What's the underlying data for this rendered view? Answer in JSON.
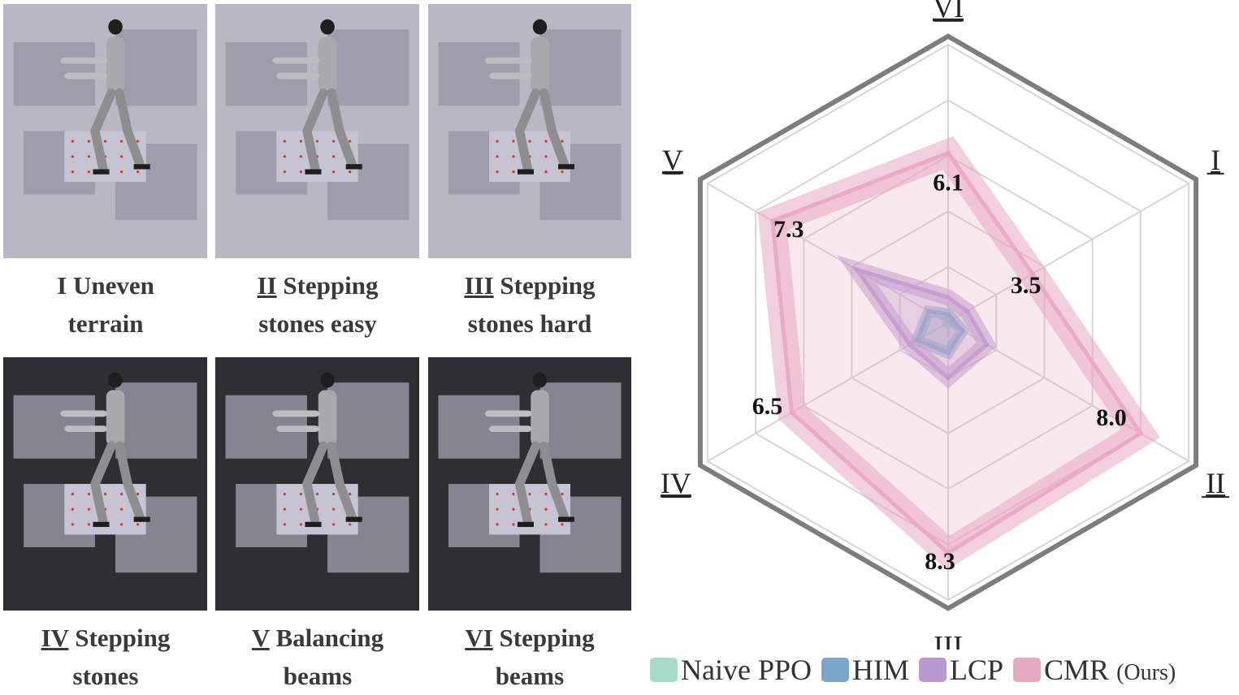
{
  "panels": [
    {
      "id": "I",
      "num": "I",
      "line1": "Uneven",
      "line2": "terrain",
      "num_underlined": false
    },
    {
      "id": "II",
      "num": "II",
      "line1": "Stepping",
      "line2": "stones easy",
      "num_underlined": true
    },
    {
      "id": "III",
      "num": "III",
      "line1": "Stepping",
      "line2": "stones hard",
      "num_underlined": true
    },
    {
      "id": "IV",
      "num": "IV",
      "line1": "Stepping",
      "line2": "stones",
      "num_underlined": true
    },
    {
      "id": "V",
      "num": "V",
      "line1": "Balancing",
      "line2": "beams",
      "num_underlined": true
    },
    {
      "id": "VI",
      "num": "VI",
      "line1": "Stepping",
      "line2": "beams",
      "num_underlined": true
    }
  ],
  "chart_data": {
    "type": "radar",
    "axes": [
      "I",
      "II",
      "III",
      "IV",
      "V",
      "VI"
    ],
    "range": [
      0,
      10
    ],
    "grid_levels": 5,
    "value_labels": [
      "3.5",
      "8.0",
      "8.3",
      "6.5",
      "7.3",
      "6.1"
    ],
    "series": [
      {
        "name": "Naive PPO",
        "values": [
          0.1,
          0.1,
          0.1,
          0.1,
          0.1,
          0.1
        ],
        "color": "#a8dcc8"
      },
      {
        "name": "HIM",
        "values": [
          0.2,
          0.6,
          1.1,
          1.3,
          0.8,
          0.3
        ],
        "color": "#7aa7c9"
      },
      {
        "name": "LCP",
        "values": [
          0.8,
          1.6,
          2.0,
          1.6,
          3.8,
          0.9
        ],
        "color": "#b89ad0"
      },
      {
        "name": "CMR",
        "values": [
          3.5,
          8.0,
          8.3,
          6.5,
          7.3,
          6.1
        ],
        "color": "#e8a8c0"
      }
    ],
    "legend_suffix": "(Ours)",
    "legend_position": "bottom"
  }
}
